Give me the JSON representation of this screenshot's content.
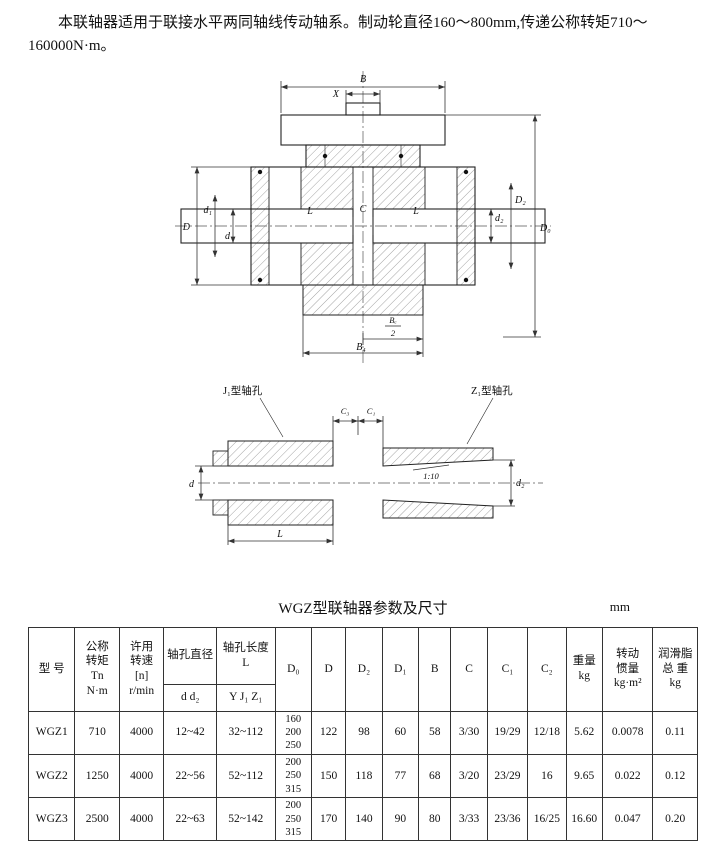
{
  "intro": "本联轴器适用于联接水平两同轴线传动轴系。制动轮直径160～800mm,传递公称转矩710～160000N·m。",
  "drawing": {
    "labels": {
      "b": "B",
      "x": "X",
      "bigD": "D",
      "d1": "d₁",
      "d": "d",
      "L": "L",
      "C": "C",
      "d2": "d₂",
      "bigD2": "D₂",
      "bigD0": "D₀",
      "beNum": "Bₑ",
      "beDen": "2",
      "b4": "B₄",
      "c3": "C₃",
      "c1": "C₁",
      "taper": "1:10",
      "j1": "J₁型轴孔",
      "z1": "Z₁型轴孔"
    }
  },
  "table": {
    "title": "WGZ型联轴器参数及尺寸",
    "unit": "mm",
    "header": {
      "model": "型  号",
      "torque": "公称\n转矩\nTn\nN·m",
      "speed": "许用\n转速\n[n]\nr/min",
      "boreDia": "轴孔直径",
      "boreDiaSub": "d  d₂",
      "boreLen": "轴孔长度\nL",
      "boreLenSub": "Y  J₁  Z₁",
      "d0": "D₀",
      "D": "D",
      "D2": "D₂",
      "D1": "D₁",
      "B": "B",
      "C": "C",
      "C1": "C₁",
      "C2": "C₂",
      "weight": "重量\nkg",
      "inertia": "转动\n惯量\nkg·m²",
      "grease": "润滑脂\n总  重\nkg"
    },
    "rows": [
      [
        "WGZ1",
        "710",
        "4000",
        "12~42",
        "32~112",
        "160\n200\n250",
        "122",
        "98",
        "60",
        "58",
        "3/30",
        "19/29",
        "12/18",
        "5.62",
        "0.0078",
        "0.11"
      ],
      [
        "WGZ2",
        "1250",
        "4000",
        "22~56",
        "52~112",
        "200\n250\n315",
        "150",
        "118",
        "77",
        "68",
        "3/20",
        "23/29",
        "16",
        "9.65",
        "0.022",
        "0.12"
      ],
      [
        "WGZ3",
        "2500",
        "4000",
        "22~63",
        "52~142",
        "200\n250\n315",
        "170",
        "140",
        "90",
        "80",
        "3/33",
        "23/36",
        "16/25",
        "16.60",
        "0.047",
        "0.20"
      ]
    ]
  }
}
